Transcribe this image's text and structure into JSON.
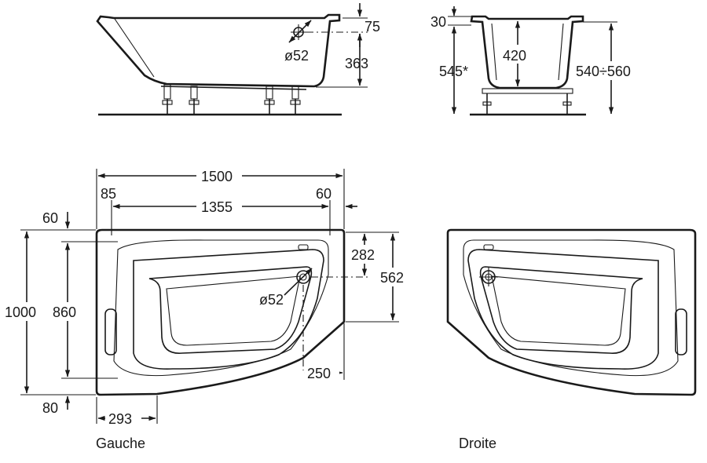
{
  "side_view": {
    "dim_rim": "75",
    "dim_outlet_height": "363",
    "dim_outlet_diameter": "ø52"
  },
  "end_view": {
    "dim_rim": "30",
    "dim_depth": "420",
    "dim_total_height": "545*",
    "dim_adjustable_height": "540÷560"
  },
  "plan_view": {
    "dim_length": "1500",
    "dim_inner_length": "1355",
    "dim_left_margin": "85",
    "dim_right_margin": "60",
    "dim_top_margin": "60",
    "dim_width": "1000",
    "dim_inner_width": "860",
    "dim_bottom_margin": "80",
    "dim_outlet_offset": "282",
    "dim_short_side": "562",
    "dim_outlet_diameter": "ø52",
    "dim_outlet_x": "250",
    "dim_corner_offset": "293",
    "caption_left": "Gauche",
    "caption_right": "Droite"
  }
}
